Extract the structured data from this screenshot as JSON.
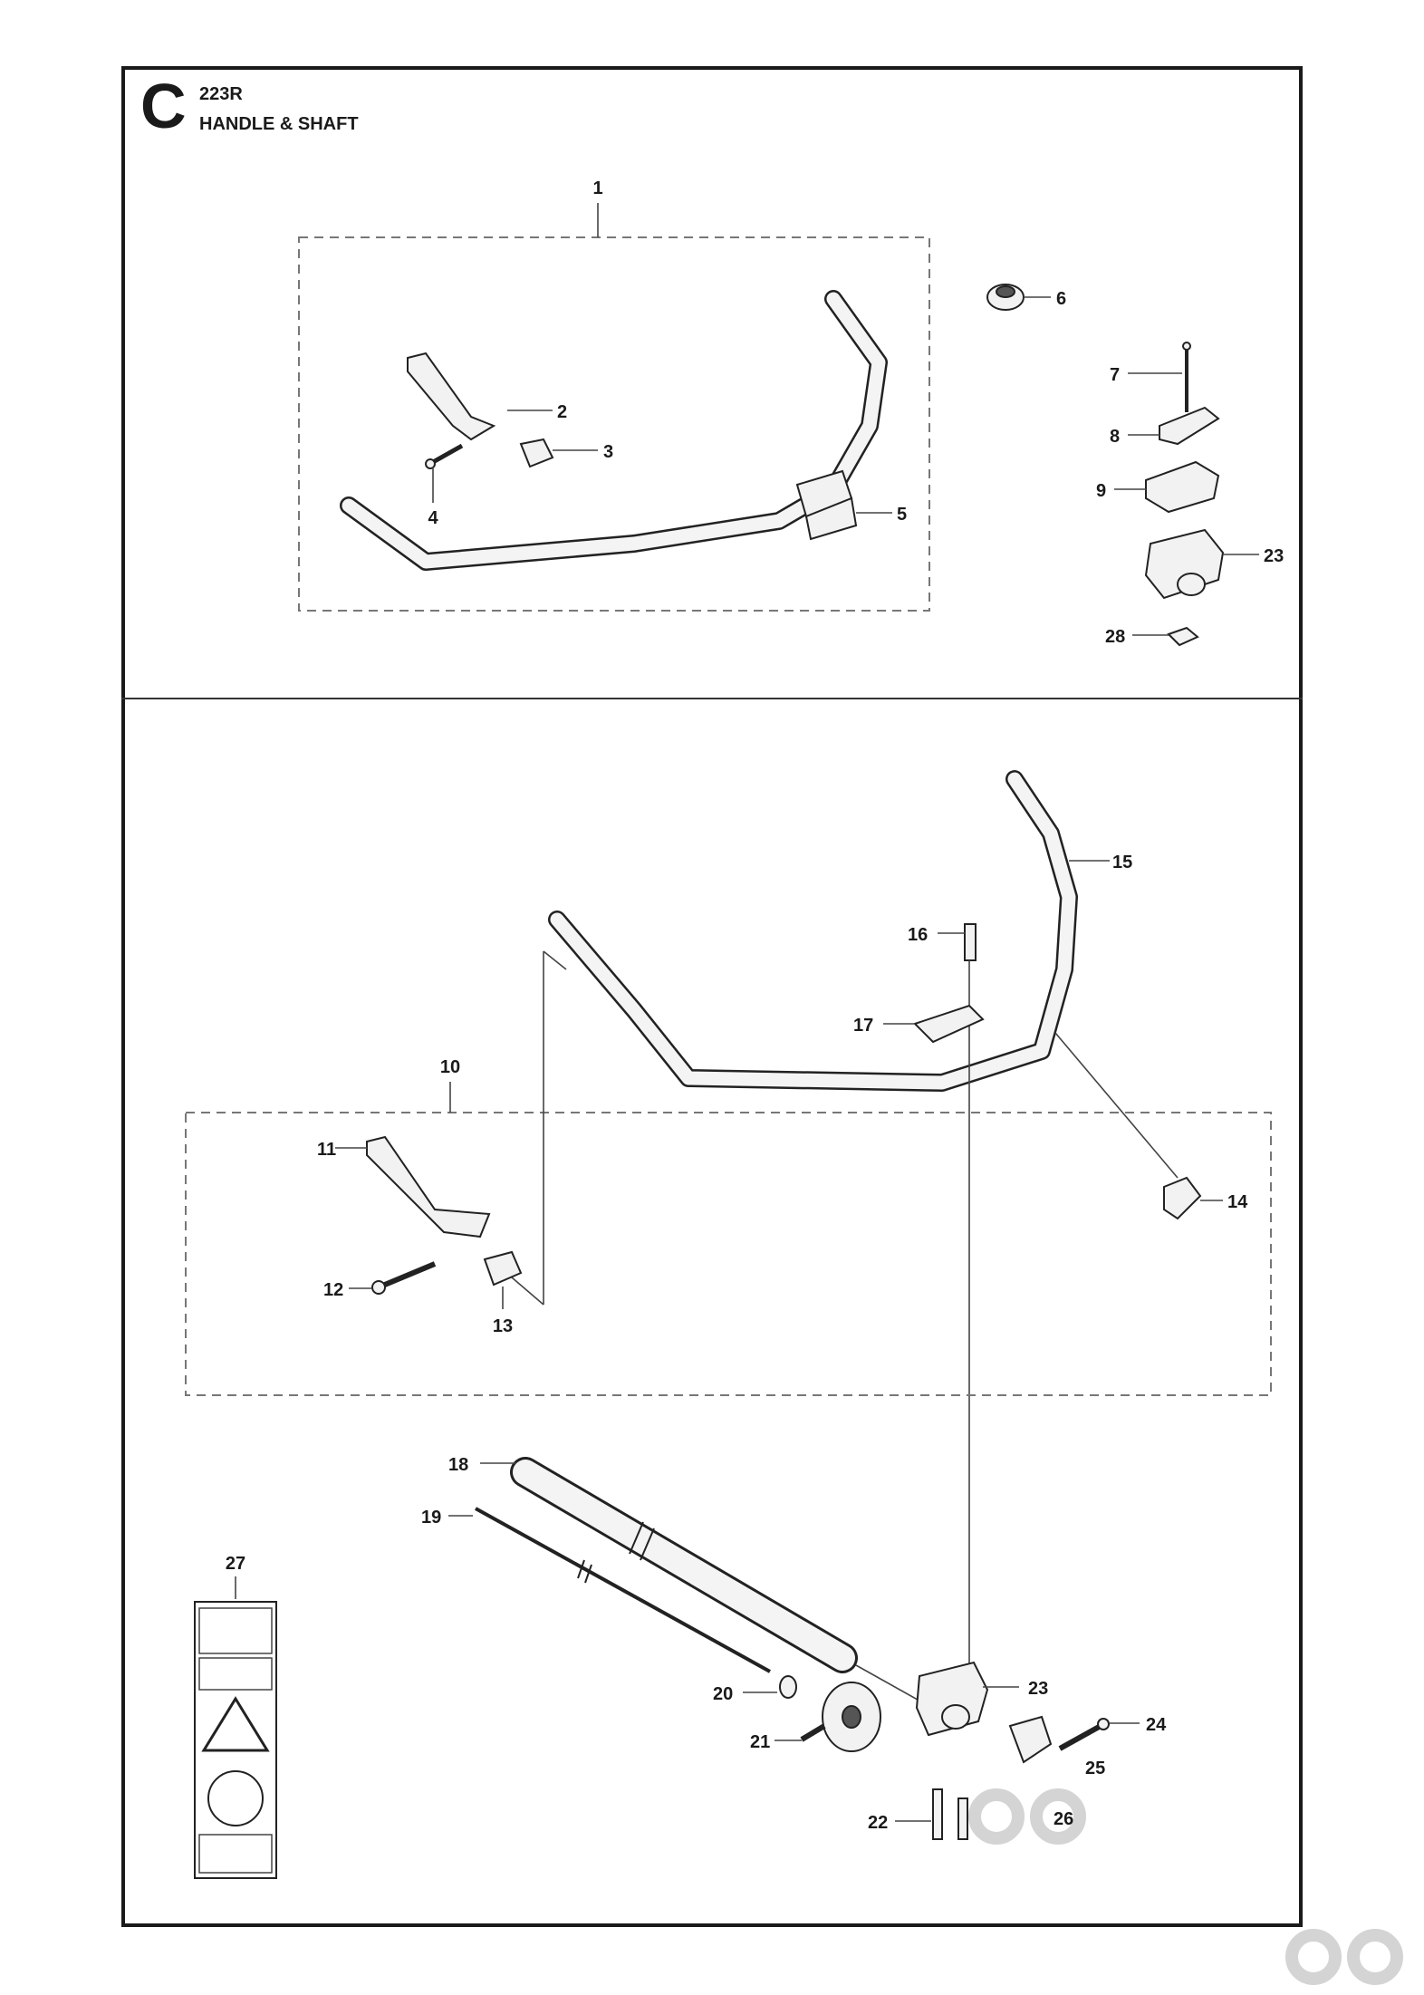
{
  "header": {
    "section_letter": "C",
    "model": "223R",
    "title": "HANDLE & SHAFT"
  },
  "callouts": {
    "c1": "1",
    "c2": "2",
    "c3": "3",
    "c4": "4",
    "c5": "5",
    "c6": "6",
    "c7": "7",
    "c8": "8",
    "c9": "9",
    "c10": "10",
    "c11": "11",
    "c12": "12",
    "c13": "13",
    "c14": "14",
    "c15": "15",
    "c16": "16",
    "c17": "17",
    "c18": "18",
    "c19": "19",
    "c20": "20",
    "c21": "21",
    "c22": "22",
    "c23a": "23",
    "c23b": "23",
    "c24": "24",
    "c25": "25",
    "c26": "26",
    "c27": "27",
    "c28": "28"
  }
}
